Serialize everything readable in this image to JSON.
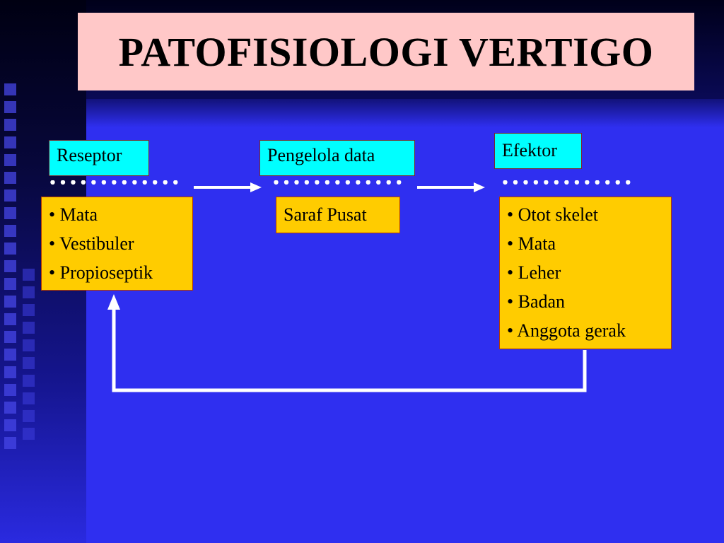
{
  "slide": {
    "title": "PATOFISIOLOGI VERTIGO"
  },
  "diagram": {
    "stages": [
      {
        "label": "Reseptor",
        "items": [
          "• Mata",
          "• Vestibuler",
          "• Propioseptik"
        ]
      },
      {
        "label": "Pengelola data",
        "items": [
          "Saraf Pusat"
        ]
      },
      {
        "label": "Efektor",
        "items": [
          "• Otot skelet",
          "• Mata",
          "• Leher",
          "• Badan",
          "• Anggota gerak"
        ]
      }
    ],
    "separator": "•••••••••••••",
    "colors": {
      "background": "#2f2ff0",
      "title_box": "#ffc8c8",
      "stage_label": "#00ffff",
      "item_box": "#ffcc00",
      "arrow": "#ffffff"
    }
  }
}
